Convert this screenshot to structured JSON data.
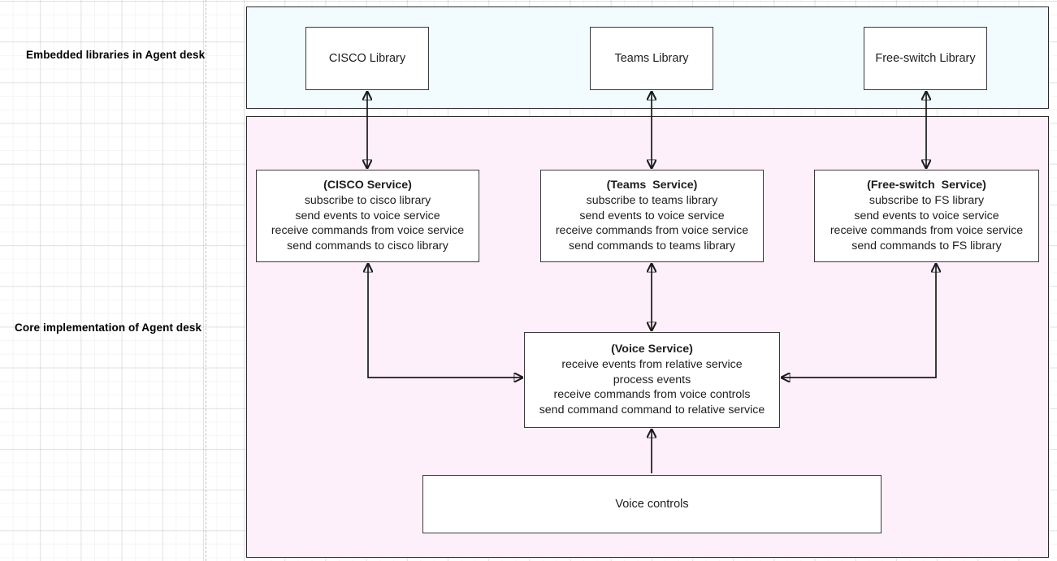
{
  "diagram": {
    "regions": [
      {
        "key": "embedded",
        "label": "Embedded libraries in Agent desk",
        "background": "#f2fbfd"
      },
      {
        "key": "core",
        "label": "Core implementation of Agent desk",
        "background": "#fdf0fa"
      }
    ],
    "libraries": [
      {
        "key": "cisco",
        "title": "CISCO Library"
      },
      {
        "key": "teams",
        "title": "Teams Library"
      },
      {
        "key": "freeswitch",
        "title": "Free-switch Library"
      }
    ],
    "services": [
      {
        "key": "cisco",
        "title": "(CISCO Service)",
        "lines": [
          "subscribe to cisco library",
          "send events to voice service",
          "receive commands from voice service",
          "send commands to cisco library"
        ]
      },
      {
        "key": "teams",
        "title": "(Teams  Service)",
        "lines": [
          "subscribe to teams library",
          "send events to voice service",
          "receive commands from voice service",
          "send commands to teams library"
        ]
      },
      {
        "key": "freeswitch",
        "title": "(Free-switch  Service)",
        "lines": [
          "subscribe to FS library",
          "send events to voice service",
          "receive commands from voice service",
          "send commands to FS library"
        ]
      }
    ],
    "voice_service": {
      "title": "(Voice Service)",
      "lines": [
        "receive events from relative service",
        "process events",
        "receive commands from voice controls",
        "send command command to relative service"
      ]
    },
    "voice_controls": {
      "title": "Voice controls"
    },
    "colors": {
      "embedded_band": "#f2fbfd",
      "core_band": "#fdf0fa",
      "node_border": "#3a3a3a",
      "connector": "#1a1a1a",
      "text": "#1d1d1d"
    }
  }
}
